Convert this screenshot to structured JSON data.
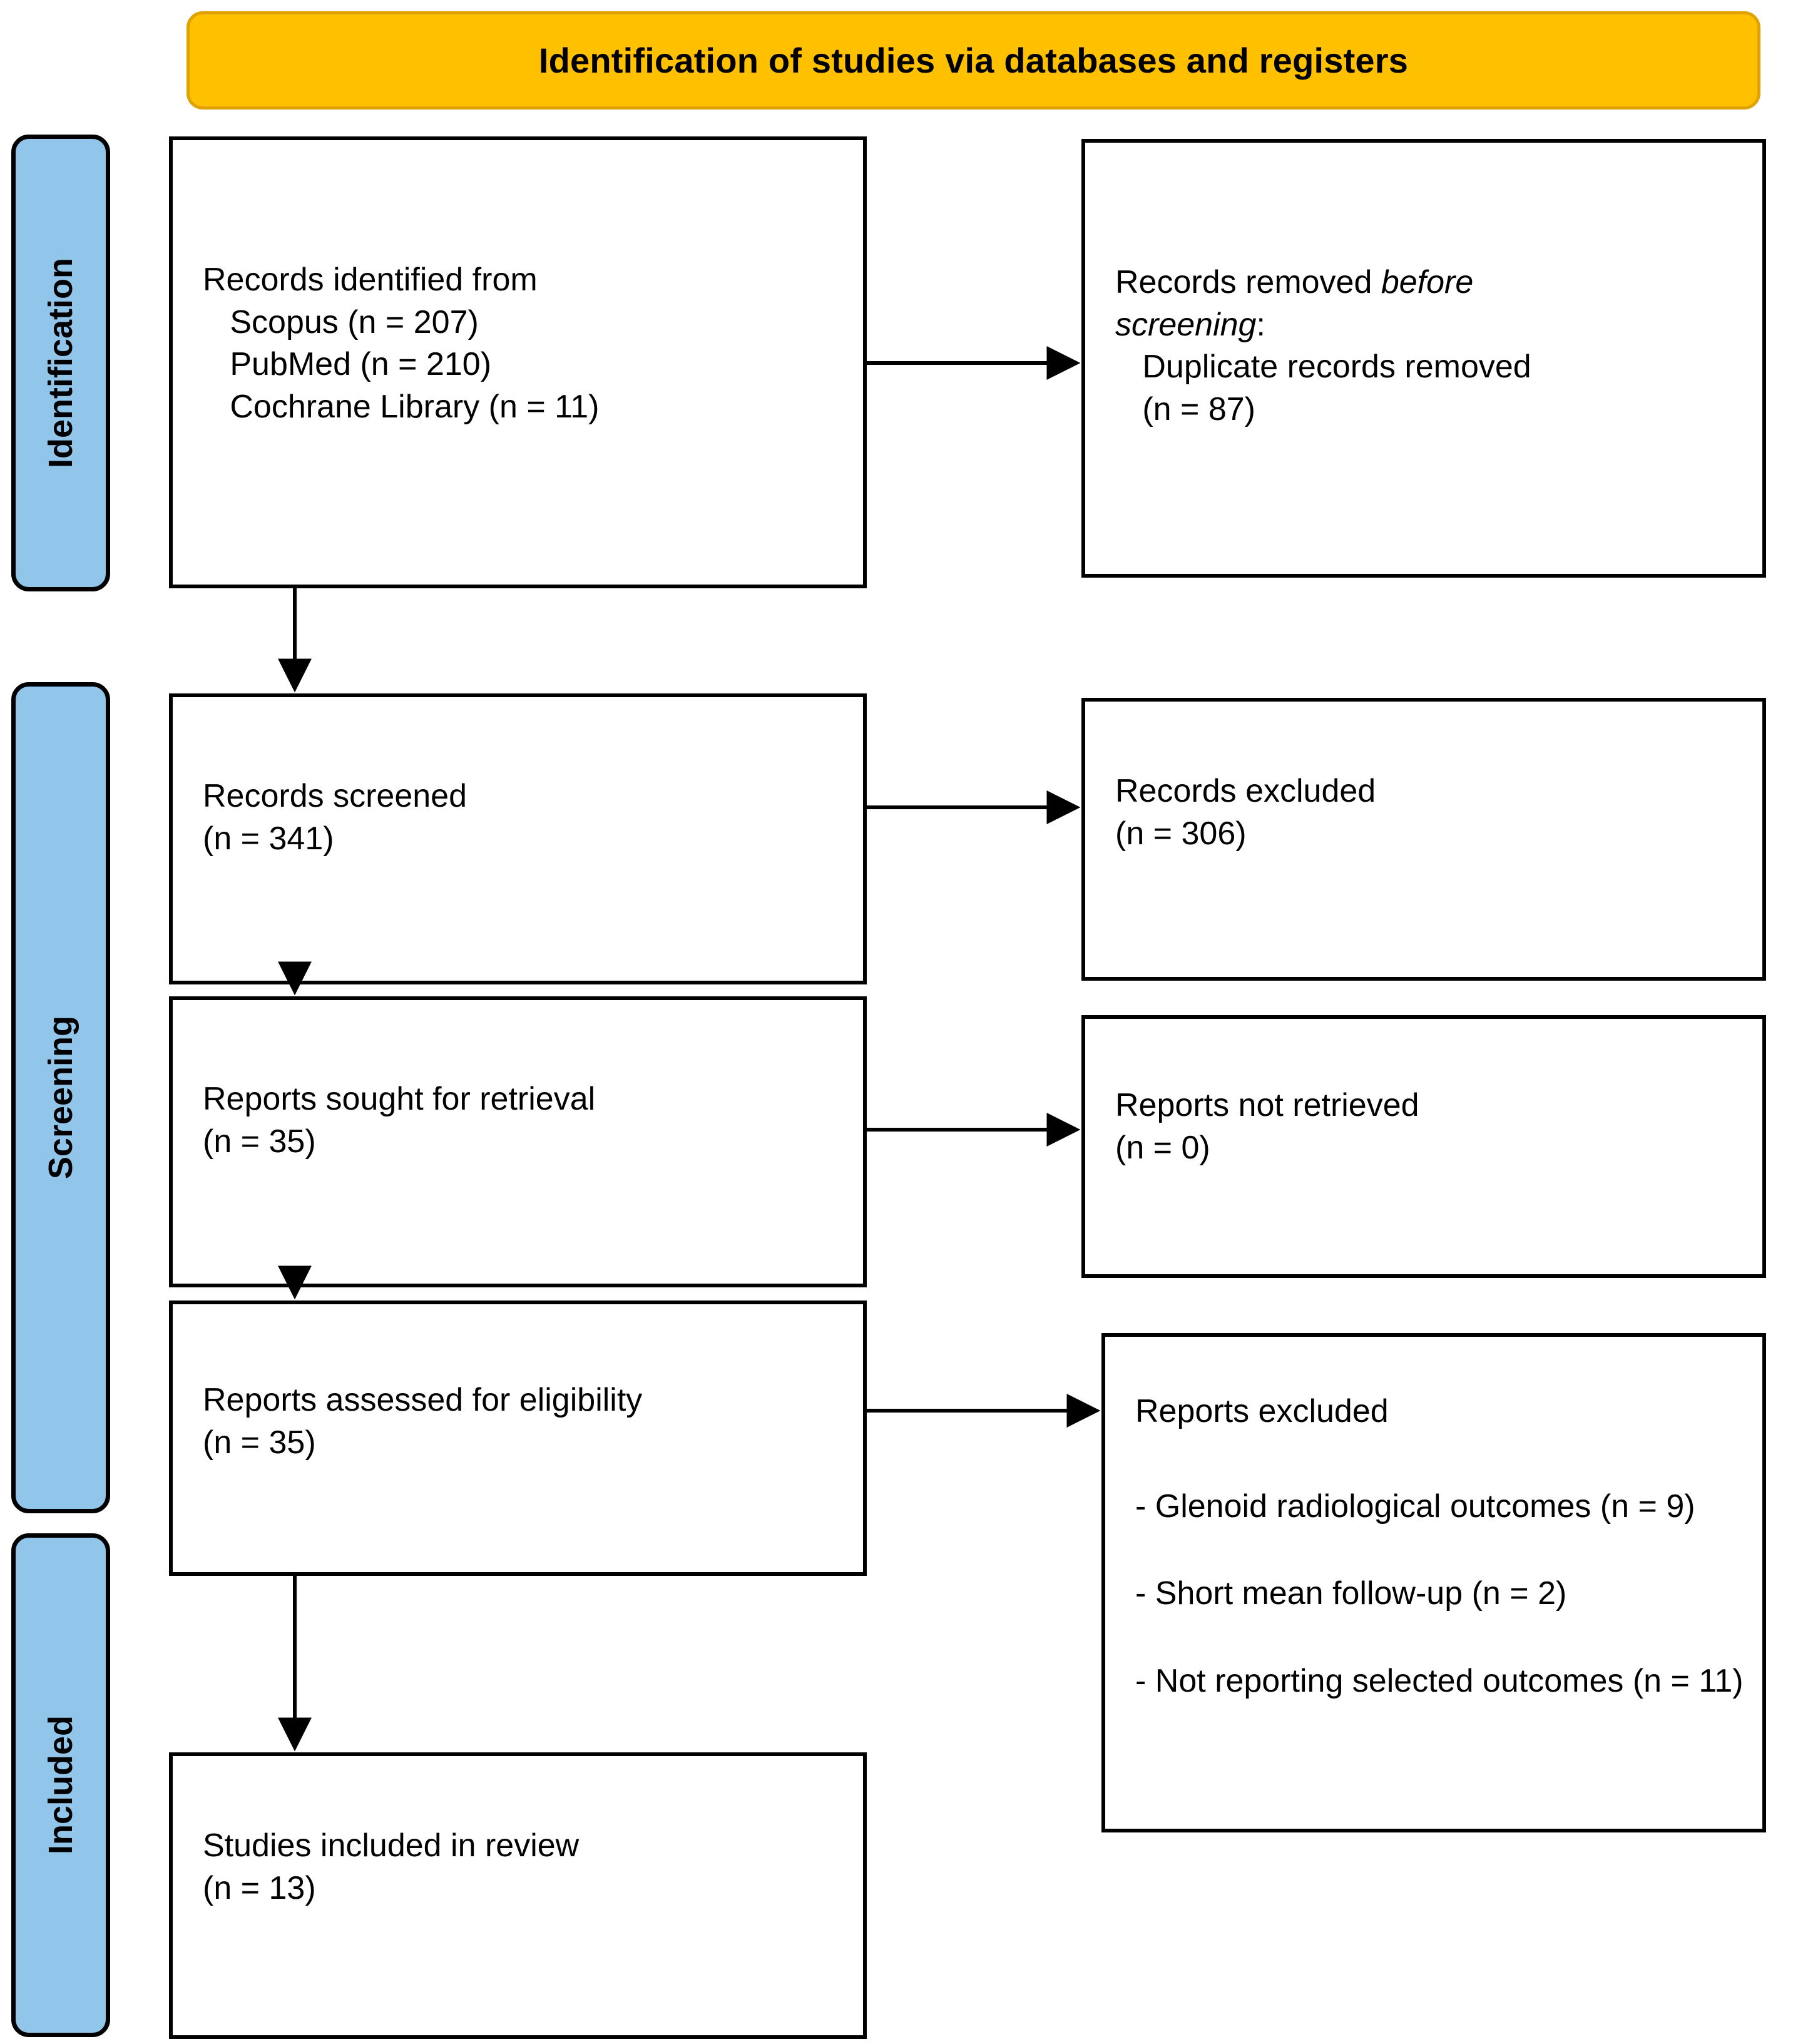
{
  "header": {
    "title": "Identification of studies via databases and registers",
    "fill_color": "#FFC000",
    "border_color": "#E0A200"
  },
  "stages": [
    {
      "key": "identification",
      "label": "Identification"
    },
    {
      "key": "screening",
      "label": "Screening"
    },
    {
      "key": "included",
      "label": "Included"
    }
  ],
  "stage_color": "#92C5EA",
  "boxes": {
    "identified": {
      "text": "Records identified from\n   Scopus (n = 207)\n   PubMed (n = 210)\n   Cochrane Library (n = 11)"
    },
    "removed": {
      "line1_pre": "Records removed ",
      "line1_italic": "before",
      "line2_italic": "screening",
      "line2_post": ":",
      "line3": "   Duplicate records removed",
      "line4": "   (n = 87)"
    },
    "screened": {
      "text": "Records screened\n(n = 341)"
    },
    "excluded_records": {
      "text": "Records excluded\n(n = 306)"
    },
    "sought": {
      "text": "Reports sought for retrieval\n(n = 35)"
    },
    "not_retrieved": {
      "text": "Reports not retrieved\n(n = 0)"
    },
    "assessed": {
      "text": "Reports assessed for eligibility\n(n = 35)"
    },
    "reports_excluded": {
      "title": "Reports excluded",
      "items": [
        "- Glenoid radiological outcomes\n(n = 9)",
        "- Short mean follow-up (n = 2)",
        "- Not reporting selected\noutcomes (n = 11)"
      ]
    },
    "included": {
      "text": "Studies included in review\n(n = 13)"
    }
  },
  "chart_data": {
    "type": "diagram",
    "title": "PRISMA 2020 flow diagram",
    "nodes": [
      {
        "id": "identified",
        "stage": "Identification",
        "column": "left",
        "label": "Records identified from",
        "sources": [
          {
            "name": "Scopus",
            "n": 207
          },
          {
            "name": "PubMed",
            "n": 210
          },
          {
            "name": "Cochrane Library",
            "n": 11
          }
        ]
      },
      {
        "id": "removed",
        "stage": "Identification",
        "column": "right",
        "label": "Records removed before screening: Duplicate records removed",
        "n": 87
      },
      {
        "id": "screened",
        "stage": "Screening",
        "column": "left",
        "label": "Records screened",
        "n": 341
      },
      {
        "id": "excluded_records",
        "stage": "Screening",
        "column": "right",
        "label": "Records excluded",
        "n": 306
      },
      {
        "id": "sought",
        "stage": "Screening",
        "column": "left",
        "label": "Reports sought for retrieval",
        "n": 35
      },
      {
        "id": "not_retrieved",
        "stage": "Screening",
        "column": "right",
        "label": "Reports not retrieved",
        "n": 0
      },
      {
        "id": "assessed",
        "stage": "Screening",
        "column": "left",
        "label": "Reports assessed for eligibility",
        "n": 35
      },
      {
        "id": "reports_excluded",
        "stage": "Screening",
        "column": "right",
        "label": "Reports excluded",
        "reasons": [
          {
            "reason": "Glenoid radiological outcomes",
            "n": 9
          },
          {
            "reason": "Short mean follow-up",
            "n": 2
          },
          {
            "reason": "Not reporting selected outcomes",
            "n": 11
          }
        ]
      },
      {
        "id": "included",
        "stage": "Included",
        "column": "left",
        "label": "Studies included in review",
        "n": 13
      }
    ],
    "edges": [
      {
        "from": "identified",
        "to": "removed",
        "direction": "right"
      },
      {
        "from": "identified",
        "to": "screened",
        "direction": "down"
      },
      {
        "from": "screened",
        "to": "excluded_records",
        "direction": "right"
      },
      {
        "from": "screened",
        "to": "sought",
        "direction": "down"
      },
      {
        "from": "sought",
        "to": "not_retrieved",
        "direction": "right"
      },
      {
        "from": "sought",
        "to": "assessed",
        "direction": "down"
      },
      {
        "from": "assessed",
        "to": "reports_excluded",
        "direction": "right"
      },
      {
        "from": "assessed",
        "to": "included",
        "direction": "down"
      }
    ]
  }
}
